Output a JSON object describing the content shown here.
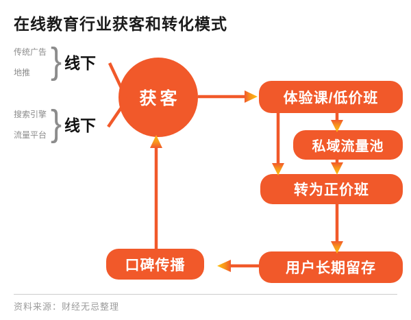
{
  "title": "在线教育行业获客和转化模式",
  "footer": {
    "source": "资料来源：财经无忌整理"
  },
  "colors": {
    "accent_orange": "#F1592A",
    "arrow_tip_yellow": "#FFC20E",
    "label_gray": "#8C8C8C",
    "title_black": "#1A1A1A",
    "divider_gray": "#CCCCCC"
  },
  "diagram": {
    "hub": {
      "label": "获客"
    },
    "brace_glyph": "}",
    "channel_groups": [
      {
        "sources": [
          "传统广告",
          "地推"
        ],
        "category": "线下"
      },
      {
        "sources": [
          "搜索引擎",
          "流量平台"
        ],
        "category": "线下"
      }
    ],
    "nodes": {
      "trial": "体验课/低价班",
      "private_pool": "私域流量池",
      "paid": "转为正价班",
      "retention": "用户长期留存",
      "word_of_mouth": "口碑传播"
    },
    "edges": [
      {
        "from": "线下(传统广告/地推)",
        "to": "获客"
      },
      {
        "from": "线下(搜索引擎/流量平台)",
        "to": "获客"
      },
      {
        "from": "获客",
        "to": "体验课/低价班"
      },
      {
        "from": "体验课/低价班",
        "to": "私域流量池"
      },
      {
        "from": "体验课/低价班",
        "to": "转为正价班"
      },
      {
        "from": "私域流量池",
        "to": "转为正价班"
      },
      {
        "from": "转为正价班",
        "to": "用户长期留存"
      },
      {
        "from": "用户长期留存",
        "to": "口碑传播"
      },
      {
        "from": "口碑传播",
        "to": "获客"
      }
    ]
  }
}
